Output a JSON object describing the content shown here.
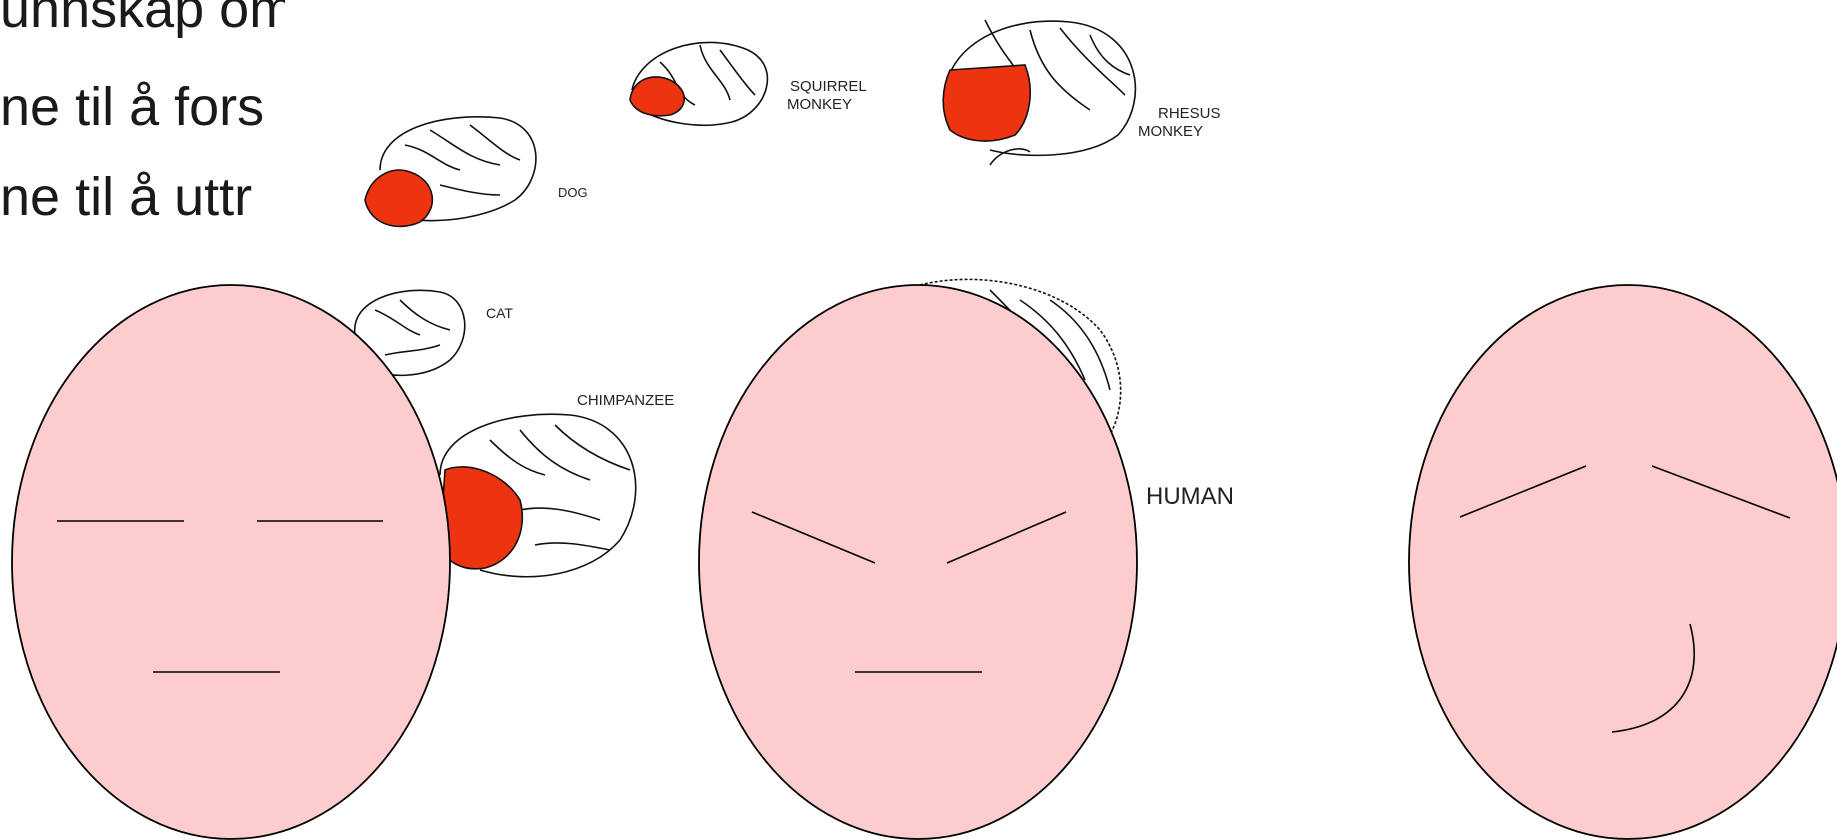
{
  "slide": {
    "bullets": [
      "unnskap om",
      "ne til å fors",
      "ne til å uttr"
    ]
  },
  "brain_labels": {
    "squirrel_monkey": [
      "SQUIRREL",
      "MONKEY"
    ],
    "rhesus_monkey": [
      "RHESUS",
      "MONKEY"
    ],
    "dog": "DOG",
    "cat": "CAT",
    "chimpanzee": "CHIMPANZEE",
    "human": "HUMAN"
  },
  "colors": {
    "prefrontal_highlight": "#ee3311",
    "face_fill": "#fdcccc",
    "outline": "#000000",
    "text": "#1a1a1a"
  },
  "faces": [
    {
      "expression": "neutral"
    },
    {
      "expression": "angry"
    },
    {
      "expression": "smirk"
    }
  ]
}
